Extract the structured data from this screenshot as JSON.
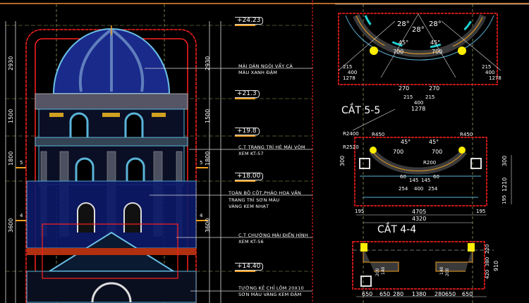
{
  "colors": {
    "background": "#000000",
    "frame": "#ff2020",
    "dome": "#1a2a8a",
    "structure": "#5ab4d8",
    "accent": "#f0a020",
    "highlight": "#ffee00",
    "text": "#ffffff"
  },
  "elevation": {
    "levels": [
      "+24.23",
      "+21.3",
      "+19.8",
      "+18.00",
      "+14.40"
    ],
    "dims_left": [
      "2930",
      "1500",
      "1800",
      "3600"
    ],
    "dims_right": [
      "2930",
      "1500",
      "1800",
      "3600"
    ],
    "section_marks": [
      "5",
      "5",
      "4",
      "4"
    ]
  },
  "notes": [
    {
      "lines": [
        "MÁI DÁN NGÓI VẨY CÁ",
        "MÀU XANH ĐẬM"
      ]
    },
    {
      "lines": [
        "C.T TRANG TRÍ HÈ MÁI VÒM",
        "XEM KT-57"
      ]
    },
    {
      "lines": [
        "TOÀN BỘ CỘT,PHÀO HOA VĂN",
        "TRANG TRÍ SƠN MÀU",
        "VÀNG KEM NHẠT"
      ]
    },
    {
      "lines": [
        "C.T CHƯỜNG MÁI ĐIỂN HÌNH",
        "XEM KT-56"
      ]
    },
    {
      "lines": [
        "TƯỜNG KẺ CHỈ LÕM 20X10",
        "SƠN MÀU VÀNG KEM ĐẬM"
      ]
    }
  ],
  "section_5_5": {
    "title": "CẮT 5-5",
    "angles": [
      "28°",
      "28°",
      "28°",
      "45°",
      "45°"
    ],
    "dims": [
      "700",
      "700",
      "270",
      "270",
      "215",
      "400",
      "215",
      "1278",
      "215",
      "400",
      "1278",
      "215",
      "400",
      "1278"
    ]
  },
  "section_4_4": {
    "title": "CẮT 4-4",
    "angles": [
      "45°",
      "45°"
    ],
    "radii": [
      "R2400",
      "R2520",
      "R450",
      "R450",
      "R200"
    ],
    "dims": [
      "700",
      "700",
      "60",
      "60",
      "145",
      "145",
      "254",
      "400",
      "254",
      "300",
      "300",
      "1210",
      "195",
      "195",
      "4705",
      "195",
      "4320"
    ]
  },
  "section_bottom": {
    "dims_bottom": [
      "650",
      "650",
      "280",
      "1380",
      "280",
      "650",
      "650"
    ],
    "dims_right": [
      "220",
      "380",
      "420",
      "910"
    ],
    "dims_inner": [
      "200",
      "140",
      "140",
      "200"
    ]
  }
}
